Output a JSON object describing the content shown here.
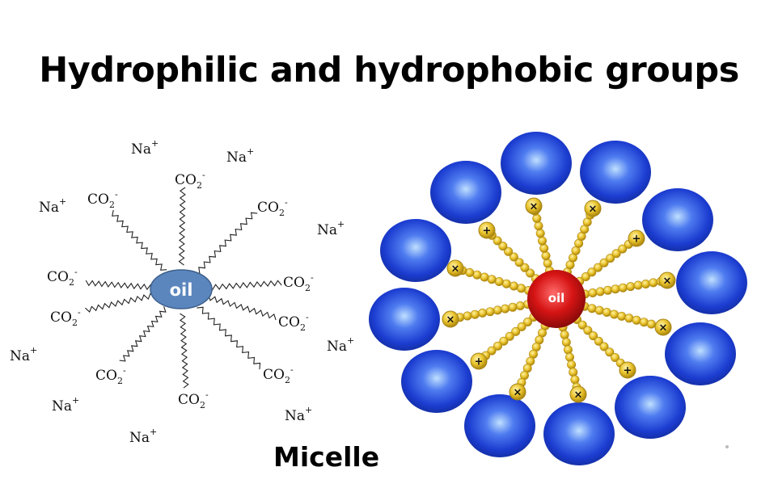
{
  "title": "Hydrophilic and hydrophobic groups",
  "caption": "Micelle",
  "left_diagram": {
    "core_label": "oil",
    "head_group": "CO",
    "head_subscript": "2",
    "head_charge": "-",
    "counter_ion": "Na",
    "counter_charge": "+",
    "colors": {
      "core": "#5b86bd",
      "core_stroke": "#3d5f8c",
      "chain": "#222222"
    }
  },
  "right_diagram": {
    "core_label": "oil",
    "colors": {
      "core": "#d21010",
      "bead": "#e8c22a",
      "bead_stroke": "#a4841a",
      "head_sphere": "#1e40d0",
      "head_highlight": "#9fc6ff",
      "chain_link": "#c9a020"
    }
  }
}
